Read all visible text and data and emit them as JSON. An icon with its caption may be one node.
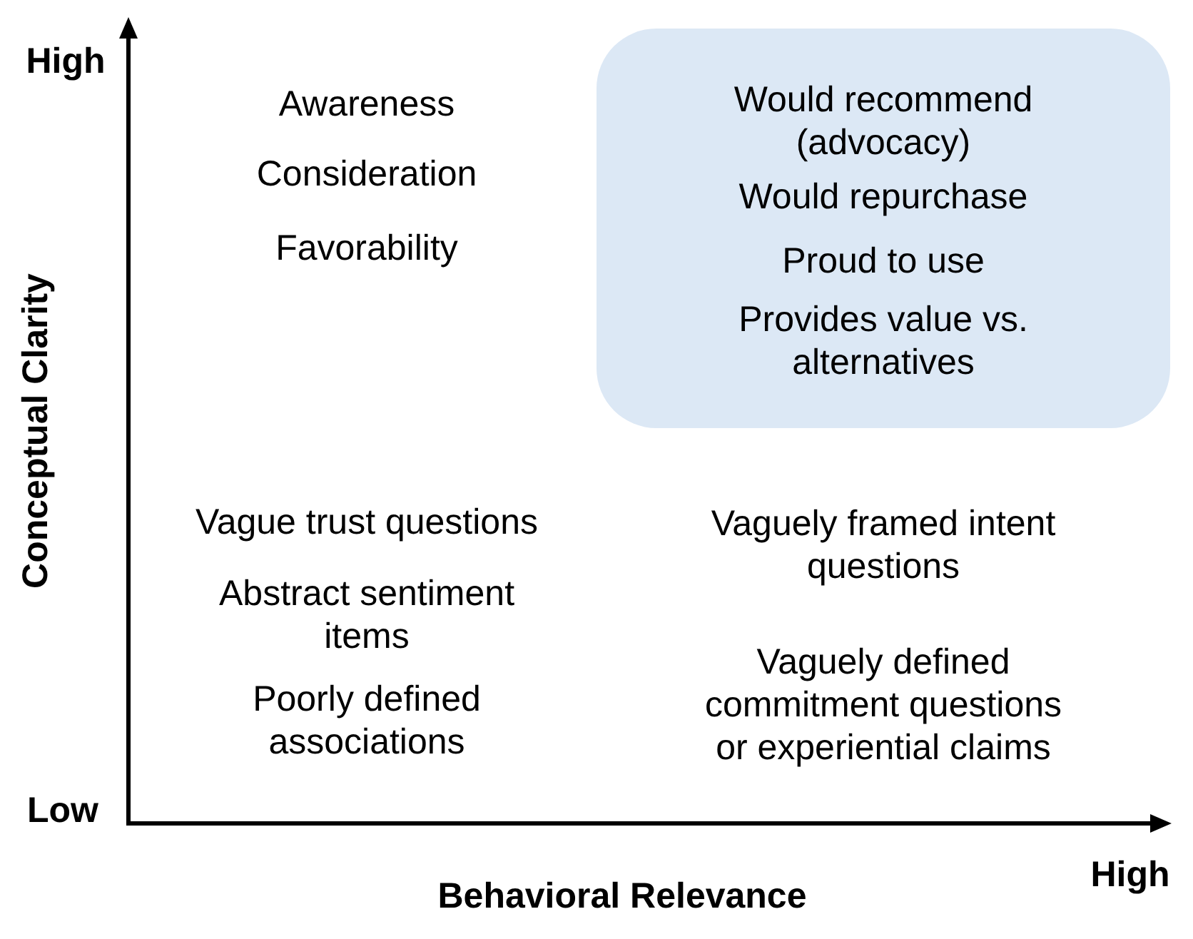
{
  "diagram": {
    "nodes": [
      {
        "text": [
          "Would recommend (advocacy)",
          "Would repurchase",
          "Proud to use",
          "Provides value vs. alternatives"
        ]
      }
    ],
    "labels": [
      "High",
      "Awareness",
      "Consideration",
      "Favorability",
      "Conceptual Clarity",
      "Vague trust questions",
      "Abstract sentiment items",
      "Poorly defined associations",
      "Vaguely framed intent questions",
      "Vaguely defined commitment questions or experiential claims",
      "Low",
      "High",
      "Behavioral Relevance"
    ]
  }
}
